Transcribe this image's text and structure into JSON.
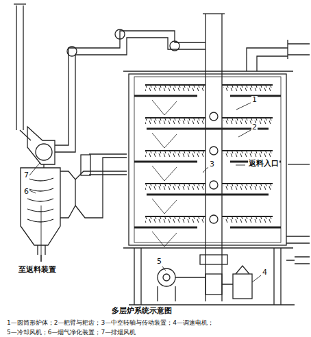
{
  "diagram": {
    "caption": "多层炉系统示意图",
    "labels": [
      "1",
      "2",
      "3",
      "4",
      "5",
      "6",
      "7",
      "返料入口",
      "至返料装置",
      "1—圆筒形炉体；2—耙臂与耙齿；3—中空转轴与传动装置；4—调速电机；",
      "5—冷却风机；6—烟气净化装置；7—排烟风机"
    ]
  }
}
